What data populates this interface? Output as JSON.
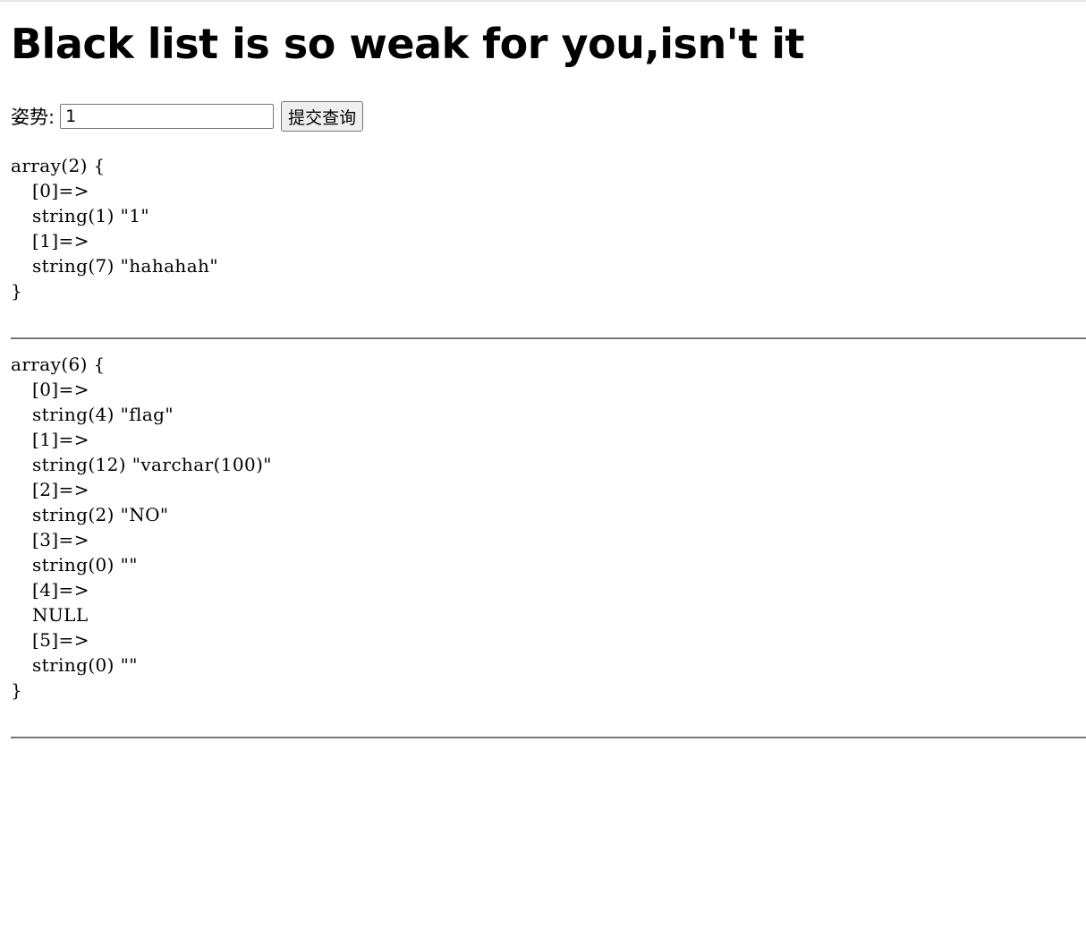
{
  "page": {
    "title": "Black list is so weak for you,isn't it"
  },
  "form": {
    "label": "姿势:",
    "input_value": "1",
    "submit_label": "提交查询"
  },
  "dump1": {
    "header": "array(2) {",
    "lines": [
      "[0]=>",
      "string(1) \"1\"",
      "[1]=>",
      "string(7) \"hahahah\""
    ],
    "footer": "}"
  },
  "dump2": {
    "header": "array(6) {",
    "lines": [
      "[0]=>",
      "string(4) \"flag\"",
      "[1]=>",
      "string(12) \"varchar(100)\"",
      "[2]=>",
      "string(2) \"NO\"",
      "[3]=>",
      "string(0) \"\"",
      "[4]=>",
      "NULL",
      "[5]=>",
      "string(0) \"\""
    ],
    "footer": "}"
  }
}
